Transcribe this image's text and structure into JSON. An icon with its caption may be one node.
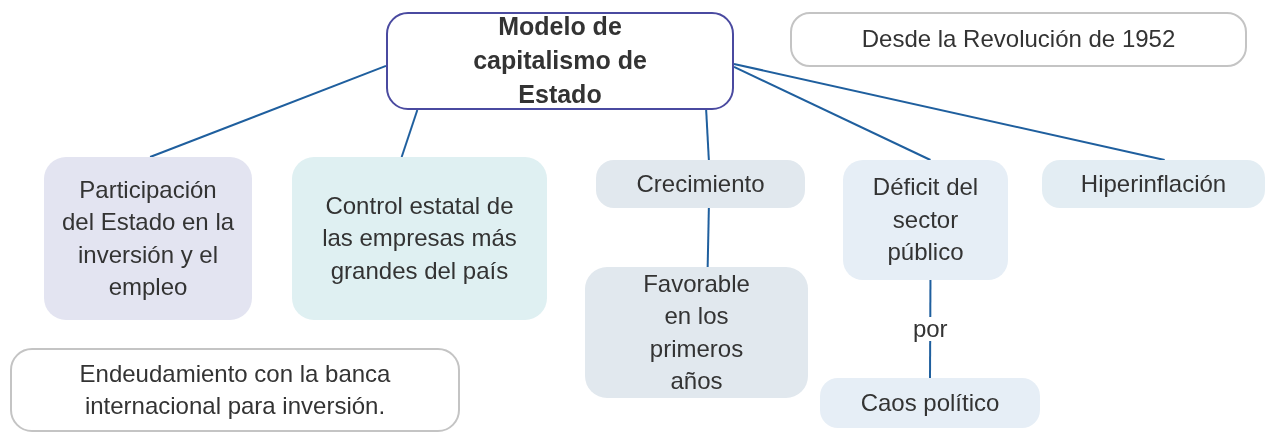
{
  "diagram": {
    "nodes": [
      {
        "text": [
          "Modelo de capitalismo de Estado"
        ]
      },
      {
        "text": [
          "Desde la Revolución de 1952"
        ]
      },
      {
        "text": [
          "Participación del Estado en la inversión y el empleo"
        ]
      },
      {
        "text": [
          "Control estatal de las empresas más grandes del país"
        ]
      },
      {
        "text": [
          "Crecimiento"
        ]
      },
      {
        "text": [
          "Déficit del sector público"
        ]
      },
      {
        "text": [
          "Hiperinflación"
        ]
      },
      {
        "text": [
          "Favorable en los primeros años"
        ]
      },
      {
        "text": [
          "Caos político"
        ]
      },
      {
        "text": [
          "Endeudamiento con la banca internacional para inversión."
        ]
      }
    ],
    "edges": [
      {
        "from": 0,
        "to": 2,
        "arrow": "none"
      },
      {
        "from": 0,
        "to": 3,
        "arrow": "none"
      },
      {
        "from": 0,
        "to": 4,
        "arrow": "none"
      },
      {
        "from": 0,
        "to": 5,
        "arrow": "none"
      },
      {
        "from": 0,
        "to": 6,
        "arrow": "none"
      },
      {
        "from": 4,
        "to": 7,
        "arrow": "none"
      },
      {
        "from": 5,
        "to": 8,
        "arrow": "none",
        "label": "por"
      }
    ]
  }
}
